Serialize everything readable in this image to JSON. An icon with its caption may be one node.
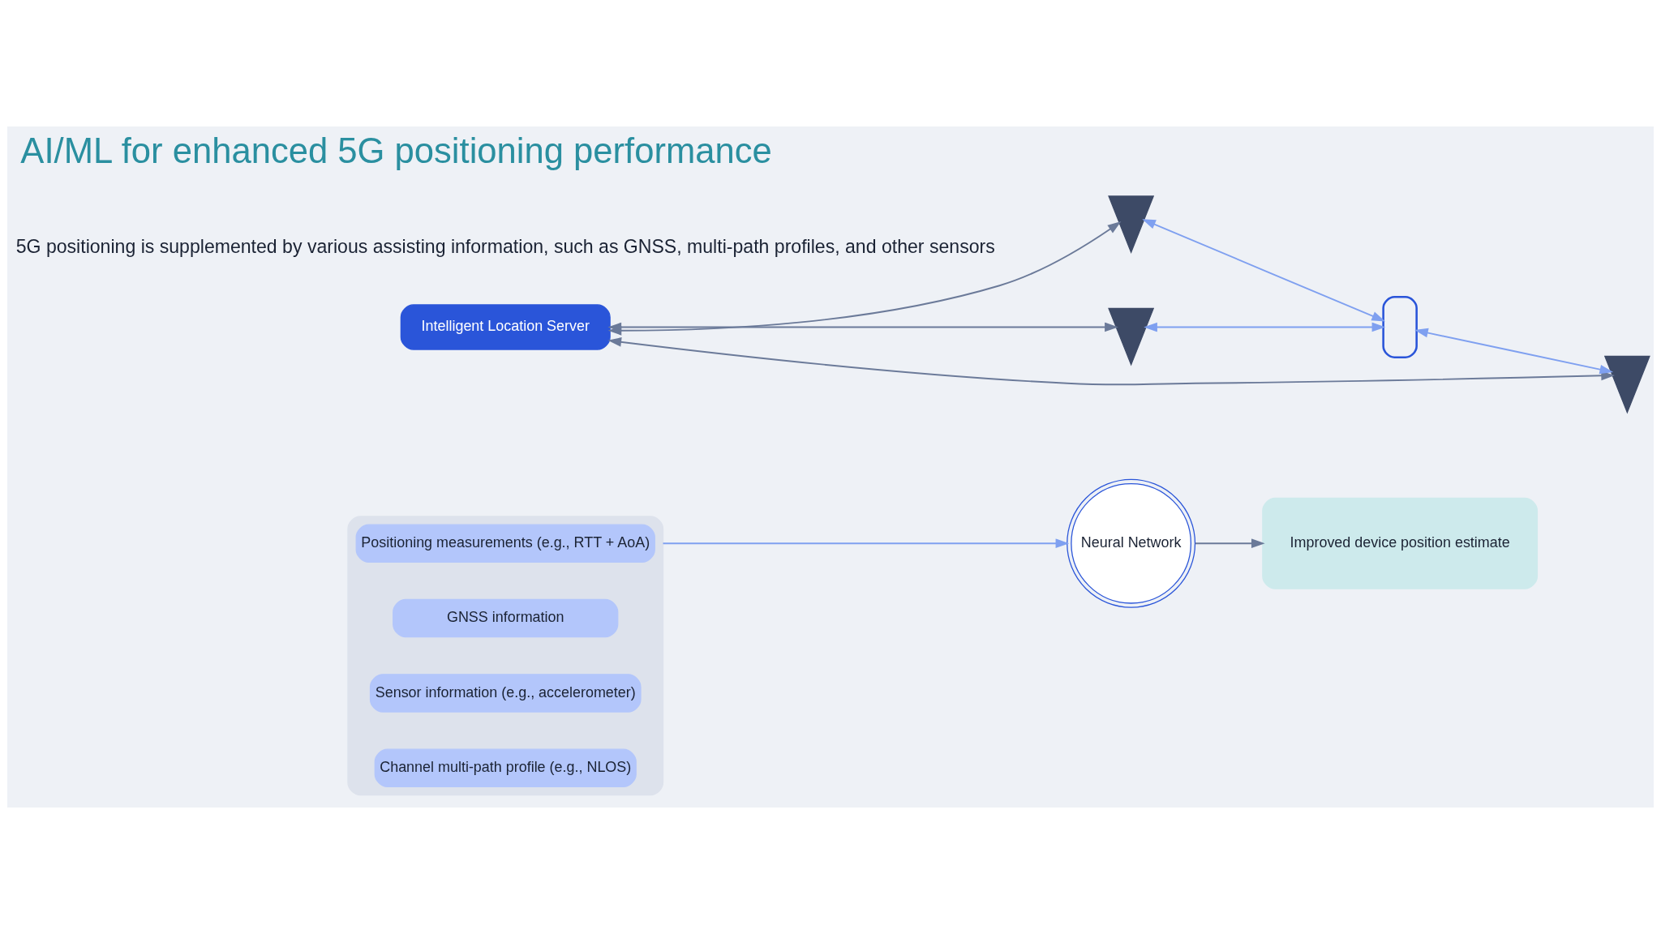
{
  "diagram": {
    "title": "AI/ML for enhanced 5G positioning performance",
    "nodes": [
      {
        "text": [],
        "shape": "box"
      },
      {
        "text": [
          "Positioning measurements (e.g., RTT + AoA)"
        ],
        "in": 0
      },
      {
        "text": [
          "GNSS information"
        ],
        "in": 0
      },
      {
        "text": [
          "Sensor information (e.g., accelerometer)"
        ],
        "in": 0
      },
      {
        "text": [
          "Channel multi-path profile (e.g., NLOS)"
        ],
        "in": 0
      },
      {
        "text": [
          "Neural Network"
        ]
      },
      {
        "text": [
          "Improved device position estimate"
        ]
      },
      {
        "text": [
          "Intelligent Location Server"
        ]
      },
      {
        "text": [],
        "shape": "tower"
      },
      {
        "text": [],
        "shape": "tower"
      },
      {
        "text": [],
        "shape": "tower"
      },
      {
        "text": [],
        "shape": "phone"
      }
    ],
    "edges": [
      {
        "from": 0,
        "to": 5,
        "arrow": "to",
        "color": "#7fa0f0"
      },
      {
        "from": 5,
        "to": 6,
        "arrow": "to"
      },
      {
        "from": 7,
        "to": 8,
        "arrow": "both"
      },
      {
        "from": 7,
        "to": 10,
        "arrow": "both"
      },
      {
        "from": 7,
        "to": 9,
        "arrow": "both"
      },
      {
        "from": 8,
        "to": 11,
        "arrow": "both",
        "color": "#7fa0f0"
      },
      {
        "from": 9,
        "to": 11,
        "arrow": "both",
        "color": "#7fa0f0"
      },
      {
        "from": 11,
        "to": 10,
        "arrow": "both",
        "color": "#7fa0f0"
      }
    ],
    "labels": [
      "5G positioning is supplemented by various assisting information, such as GNSS, multi-path profiles, and other sensors"
    ]
  }
}
